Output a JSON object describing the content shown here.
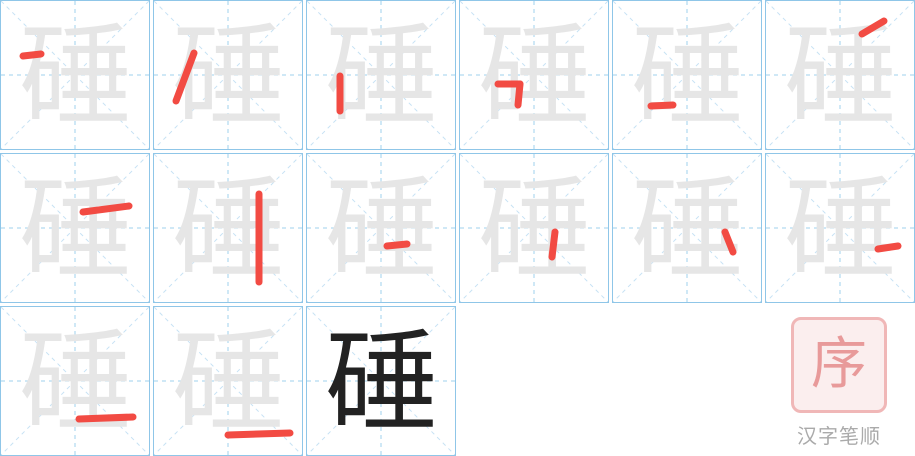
{
  "character": "硾",
  "logo": {
    "glyph": "序",
    "text": "汉字笔顺"
  },
  "colors": {
    "grid": "#8fc6e8",
    "ghost": "#e6e6e6",
    "ink": "#222222",
    "current_stroke": "#f24b43"
  },
  "steps": [
    {
      "step": 1
    },
    {
      "step": 2
    },
    {
      "step": 3
    },
    {
      "step": 4
    },
    {
      "step": 5
    },
    {
      "step": 6
    },
    {
      "step": 7
    },
    {
      "step": 8
    },
    {
      "step": 9
    },
    {
      "step": 10
    },
    {
      "step": 11
    },
    {
      "step": 12
    },
    {
      "step": 13
    },
    {
      "step": 14
    },
    {
      "step": 15
    }
  ]
}
